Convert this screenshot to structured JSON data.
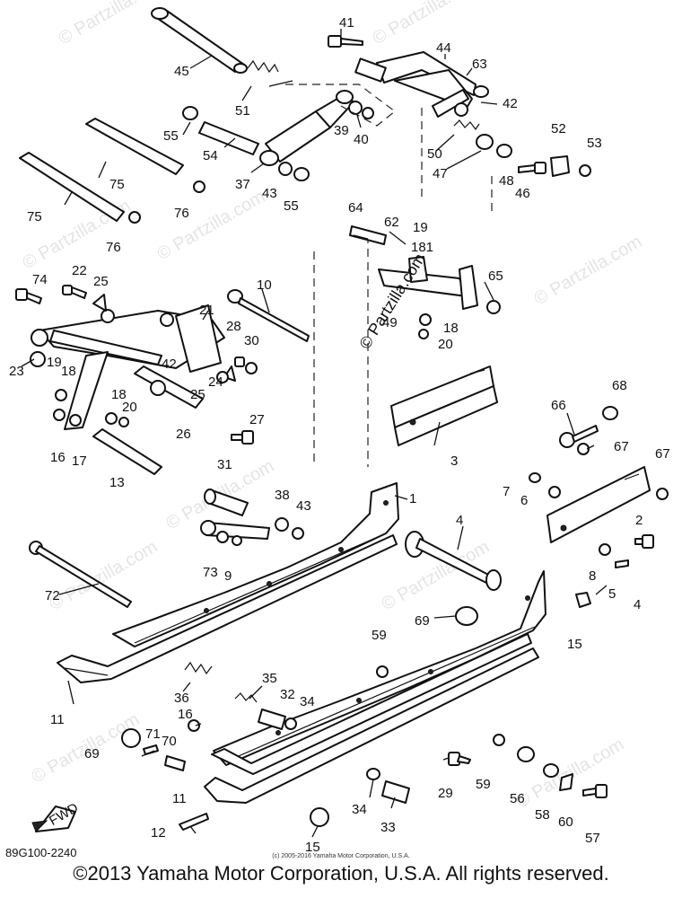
{
  "callouts": [
    {
      "n": "41"
    },
    {
      "n": "44"
    },
    {
      "n": "63"
    },
    {
      "n": "45"
    },
    {
      "n": "51"
    },
    {
      "n": "42"
    },
    {
      "n": "55"
    },
    {
      "n": "54"
    },
    {
      "n": "39"
    },
    {
      "n": "40"
    },
    {
      "n": "52"
    },
    {
      "n": "53"
    },
    {
      "n": "50"
    },
    {
      "n": "47"
    },
    {
      "n": "48"
    },
    {
      "n": "46"
    },
    {
      "n": "75"
    },
    {
      "n": "75"
    },
    {
      "n": "37"
    },
    {
      "n": "43"
    },
    {
      "n": "55"
    },
    {
      "n": "76"
    },
    {
      "n": "76"
    },
    {
      "n": "64"
    },
    {
      "n": "62"
    },
    {
      "n": "19"
    },
    {
      "n": "181"
    },
    {
      "n": "65"
    },
    {
      "n": "74"
    },
    {
      "n": "22"
    },
    {
      "n": "25"
    },
    {
      "n": "10"
    },
    {
      "n": "21"
    },
    {
      "n": "49"
    },
    {
      "n": "18"
    },
    {
      "n": "20"
    },
    {
      "n": "28"
    },
    {
      "n": "30"
    },
    {
      "n": "23"
    },
    {
      "n": "19"
    },
    {
      "n": "18"
    },
    {
      "n": "42"
    },
    {
      "n": "25"
    },
    {
      "n": "24"
    },
    {
      "n": "18"
    },
    {
      "n": "20"
    },
    {
      "n": "3"
    },
    {
      "n": "68"
    },
    {
      "n": "66"
    },
    {
      "n": "16"
    },
    {
      "n": "17"
    },
    {
      "n": "26"
    },
    {
      "n": "27"
    },
    {
      "n": "67"
    },
    {
      "n": "67"
    },
    {
      "n": "13"
    },
    {
      "n": "31"
    },
    {
      "n": "7"
    },
    {
      "n": "6"
    },
    {
      "n": "2"
    },
    {
      "n": "1"
    },
    {
      "n": "38"
    },
    {
      "n": "43"
    },
    {
      "n": "4"
    },
    {
      "n": "72"
    },
    {
      "n": "73"
    },
    {
      "n": "9"
    },
    {
      "n": "8"
    },
    {
      "n": "5"
    },
    {
      "n": "4"
    },
    {
      "n": "69"
    },
    {
      "n": "15"
    },
    {
      "n": "59"
    },
    {
      "n": "11"
    },
    {
      "n": "36"
    },
    {
      "n": "35"
    },
    {
      "n": "16"
    },
    {
      "n": "32"
    },
    {
      "n": "34"
    },
    {
      "n": "69"
    },
    {
      "n": "71"
    },
    {
      "n": "70"
    },
    {
      "n": "29"
    },
    {
      "n": "59"
    },
    {
      "n": "56"
    },
    {
      "n": "11"
    },
    {
      "n": "34"
    },
    {
      "n": "58"
    },
    {
      "n": "60"
    },
    {
      "n": "12"
    },
    {
      "n": "33"
    },
    {
      "n": "57"
    },
    {
      "n": "15"
    }
  ],
  "watermarks": [
    {
      "text": "© Partzilla.com"
    },
    {
      "text": "© Partzilla.com"
    },
    {
      "text": "© Partzilla.com"
    },
    {
      "text": "© Partzilla.com"
    },
    {
      "text": "© Partzilla.com"
    },
    {
      "text": "© Partzilla.com"
    },
    {
      "text": "© Partzilla.com"
    },
    {
      "text": "© Partzilla.com"
    },
    {
      "text": "© Partzilla.com"
    },
    {
      "text": "© Partzilla.com"
    }
  ],
  "center_watermark": "© Partzilla.com",
  "fwd_label": "FWD",
  "diagram_code": "89G100-2240",
  "small_copyright": "(c) 2005-2016 Yamaha Motor Corporation, U.S.A.",
  "copyright": "©2013 Yamaha Motor Corporation, U.S.A. All rights reserved."
}
